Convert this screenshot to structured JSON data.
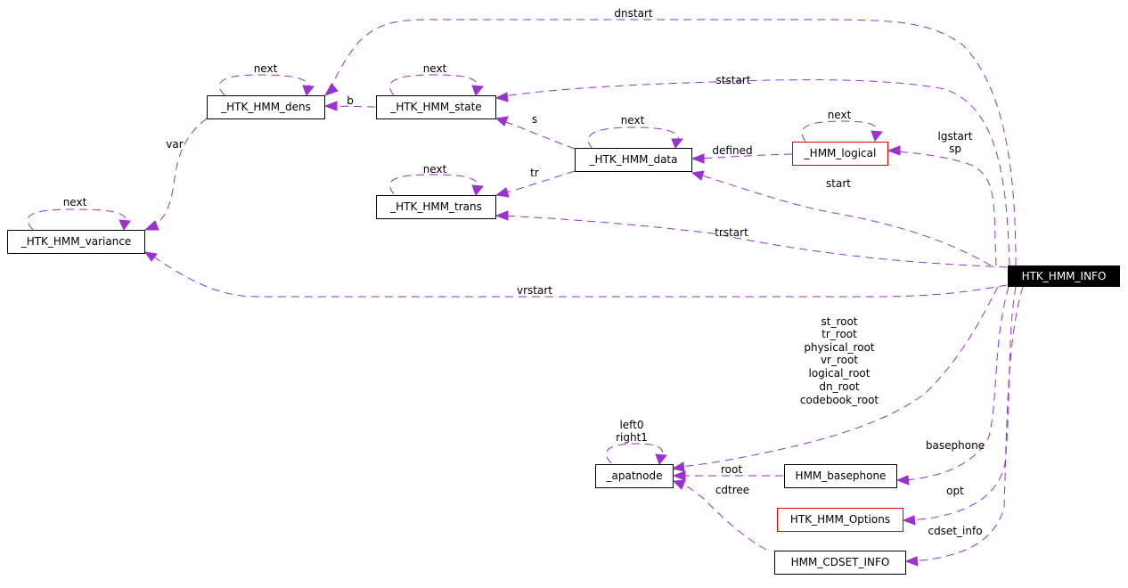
{
  "diagram": {
    "type": "collaboration-graph",
    "edge_color": "#9a32cd",
    "nodes": {
      "dens": {
        "label": "_HTK_HMM_dens",
        "border": "black"
      },
      "state": {
        "label": "_HTK_HMM_state",
        "border": "black"
      },
      "variance": {
        "label": "_HTK_HMM_variance",
        "border": "black"
      },
      "trans": {
        "label": "_HTK_HMM_trans",
        "border": "black"
      },
      "data": {
        "label": "_HTK_HMM_data",
        "border": "black"
      },
      "logical": {
        "label": "_HMM_logical",
        "border": "red"
      },
      "info": {
        "label": "HTK_HMM_INFO",
        "border": "filled-black"
      },
      "apatnode": {
        "label": "_apatnode",
        "border": "black"
      },
      "basephone": {
        "label": "HMM_basephone",
        "border": "black"
      },
      "options": {
        "label": "HTK_HMM_Options",
        "border": "red"
      },
      "cdset": {
        "label": "HMM_CDSET_INFO",
        "border": "black"
      }
    },
    "edges": {
      "dens_next": "next",
      "state_next": "next",
      "variance_next": "next",
      "trans_next": "next",
      "data_next": "next",
      "logical_next": "next",
      "dens_var": "var",
      "state_b": "b",
      "data_s": "s",
      "data_tr": "tr",
      "logical_defined": "defined",
      "info_dnstart": "dnstart",
      "info_ststart": "ststart",
      "info_lgstart_sp": [
        "lgstart",
        "sp"
      ],
      "info_start": "start",
      "info_trstart": "trstart",
      "info_vrstart": "vrstart",
      "info_roots": [
        "st_root",
        "tr_root",
        "physical_root",
        "vr_root",
        "logical_root",
        "dn_root",
        "codebook_root"
      ],
      "apat_self": [
        "left0",
        "right1"
      ],
      "basephone_root": "root",
      "cdset_cdtree": "cdtree",
      "info_basephone": "basephone",
      "info_opt": "opt",
      "info_cdset_info": "cdset_info"
    }
  }
}
